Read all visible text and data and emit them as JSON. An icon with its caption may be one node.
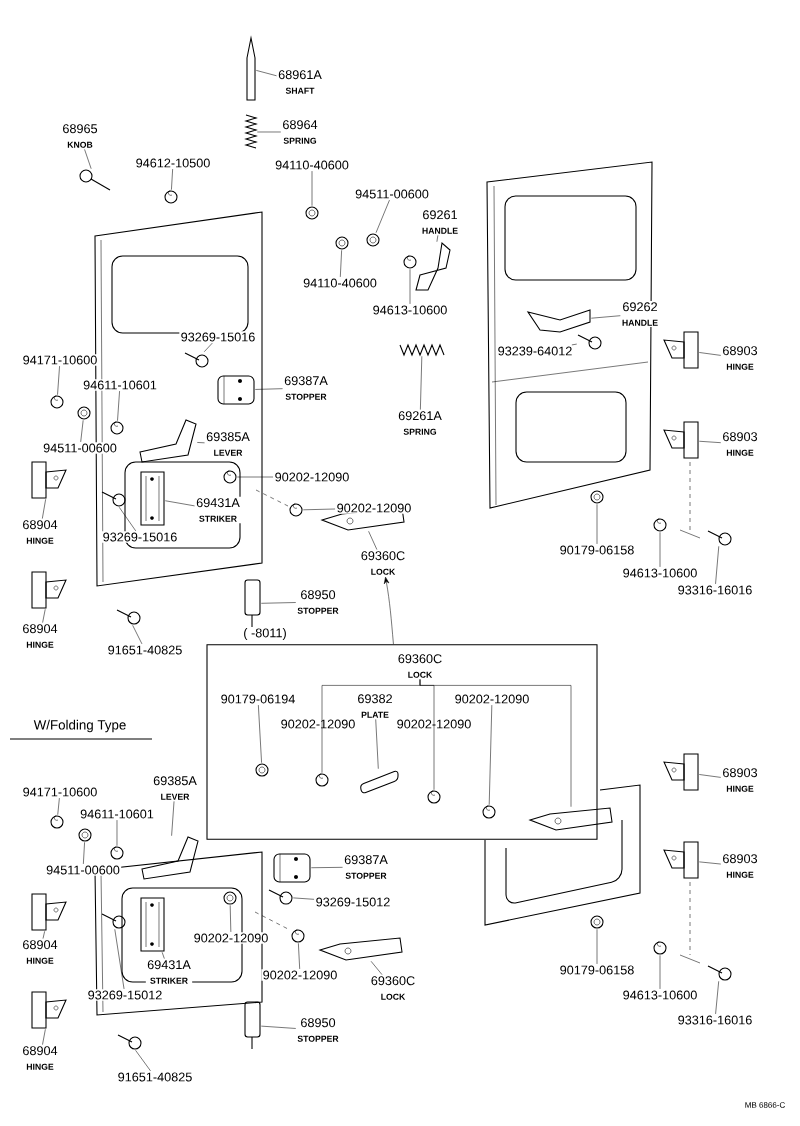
{
  "diagram": {
    "nodes": [
      {
        "text": [
          "68961A",
          "SHAFT"
        ]
      },
      {
        "text": [
          "68964",
          "SPRING"
        ]
      },
      {
        "text": [
          "68965",
          "KNOB"
        ]
      },
      {
        "text": [
          "94612-10500"
        ]
      },
      {
        "text": [
          "94110-40600"
        ]
      },
      {
        "text": [
          "94511-00600"
        ]
      },
      {
        "text": [
          "69261",
          "HANDLE"
        ]
      },
      {
        "text": [
          "94110-40600"
        ]
      },
      {
        "text": [
          "94613-10600"
        ]
      },
      {
        "text": [
          "93269-15016"
        ]
      },
      {
        "text": [
          "94171-10600"
        ]
      },
      {
        "text": [
          "94611-10601"
        ]
      },
      {
        "text": [
          "69387A",
          "STOPPER"
        ]
      },
      {
        "text": [
          "69261A",
          "SPRING"
        ]
      },
      {
        "text": [
          "94511-00600"
        ]
      },
      {
        "text": [
          "69385A",
          "LEVER"
        ]
      },
      {
        "text": [
          "90202-12090"
        ]
      },
      {
        "text": [
          "69431A",
          "STRIKER"
        ]
      },
      {
        "text": [
          "90202-12090"
        ]
      },
      {
        "text": [
          "93269-15016"
        ]
      },
      {
        "text": [
          "68904",
          "HINGE"
        ]
      },
      {
        "text": [
          "69360C",
          "LOCK"
        ]
      },
      {
        "text": [
          "68950",
          "STOPPER"
        ]
      },
      {
        "text": [
          "68904",
          "HINGE"
        ]
      },
      {
        "text": [
          "91651-40825"
        ]
      },
      {
        "text": [
          "69262",
          "HANDLE"
        ]
      },
      {
        "text": [
          "93239-64012"
        ]
      },
      {
        "text": [
          "68903",
          "HINGE"
        ]
      },
      {
        "text": [
          "68903",
          "HINGE"
        ]
      },
      {
        "text": [
          "90179-06158"
        ]
      },
      {
        "text": [
          "94613-10600"
        ]
      },
      {
        "text": [
          "93316-16016"
        ]
      },
      {
        "text": [],
        "shape": "box"
      },
      {
        "text": [
          "69360C",
          "LOCK"
        ],
        "in": 32
      },
      {
        "text": [
          "90179-06194"
        ],
        "in": 32
      },
      {
        "text": [
          "90202-12090"
        ],
        "in": 32
      },
      {
        "text": [
          "69382",
          "PLATE"
        ],
        "in": 32
      },
      {
        "text": [
          "90202-12090"
        ],
        "in": 32
      },
      {
        "text": [
          "90202-12090"
        ],
        "in": 32
      },
      {
        "text": [
          "94171-10600"
        ]
      },
      {
        "text": [
          "69385A",
          "LEVER"
        ]
      },
      {
        "text": [
          "94611-10601"
        ]
      },
      {
        "text": [
          "94511-00600"
        ]
      },
      {
        "text": [
          "69387A",
          "STOPPER"
        ]
      },
      {
        "text": [
          "68904",
          "HINGE"
        ]
      },
      {
        "text": [
          "93269-15012"
        ]
      },
      {
        "text": [
          "90202-12090"
        ]
      },
      {
        "text": [
          "69431A",
          "STRIKER"
        ]
      },
      {
        "text": [
          "90202-12090"
        ]
      },
      {
        "text": [
          "69360C",
          "LOCK"
        ]
      },
      {
        "text": [
          "93269-15012"
        ]
      },
      {
        "text": [
          "68950",
          "STOPPER"
        ]
      },
      {
        "text": [
          "68904",
          "HINGE"
        ]
      },
      {
        "text": [
          "91651-40825"
        ]
      },
      {
        "text": [
          "68903",
          "HINGE"
        ]
      },
      {
        "text": [
          "68903",
          "HINGE"
        ]
      },
      {
        "text": [
          "90179-06158"
        ]
      },
      {
        "text": [
          "94613-10600"
        ]
      },
      {
        "text": [
          "93316-16016"
        ]
      },
      {
        "text": [],
        "shape": "picture"
      },
      {
        "text": [],
        "shape": "picture"
      },
      {
        "text": [],
        "shape": "picture"
      },
      {
        "text": [],
        "shape": "picture"
      },
      {
        "text": [],
        "shape": "picture"
      },
      {
        "text": [],
        "shape": "picture"
      },
      {
        "text": [],
        "shape": "picture"
      },
      {
        "text": [],
        "shape": "picture"
      },
      {
        "text": [],
        "shape": "picture"
      },
      {
        "text": [],
        "shape": "picture"
      },
      {
        "text": [],
        "shape": "picture"
      },
      {
        "text": [],
        "shape": "picture"
      },
      {
        "text": [],
        "shape": "picture"
      },
      {
        "text": [],
        "shape": "picture"
      },
      {
        "text": [],
        "shape": "picture"
      },
      {
        "text": [],
        "shape": "picture"
      },
      {
        "text": [],
        "shape": "picture"
      },
      {
        "text": [],
        "shape": "picture"
      },
      {
        "text": [],
        "shape": "picture"
      },
      {
        "text": [],
        "shape": "picture"
      },
      {
        "text": [],
        "shape": "picture"
      },
      {
        "text": [],
        "shape": "picture"
      },
      {
        "text": [],
        "shape": "picture"
      },
      {
        "text": [],
        "shape": "picture"
      },
      {
        "text": [],
        "shape": "picture"
      },
      {
        "text": [],
        "shape": "picture"
      },
      {
        "text": [],
        "shape": "picture"
      },
      {
        "text": [],
        "shape": "picture"
      },
      {
        "text": [],
        "shape": "picture"
      },
      {
        "text": [],
        "shape": "picture"
      },
      {
        "text": [],
        "shape": "picture"
      },
      {
        "text": [],
        "shape": "picture"
      },
      {
        "text": [],
        "shape": "picture",
        "in": 32
      },
      {
        "text": [],
        "shape": "picture",
        "in": 32
      },
      {
        "text": [],
        "shape": "picture",
        "in": 32
      },
      {
        "text": [],
        "shape": "picture",
        "in": 32
      },
      {
        "text": [],
        "shape": "picture",
        "in": 32
      },
      {
        "text": [],
        "shape": "picture",
        "in": 32
      },
      {
        "text": [],
        "shape": "picture"
      },
      {
        "text": [],
        "shape": "picture"
      },
      {
        "text": [],
        "shape": "picture"
      },
      {
        "text": [],
        "shape": "picture"
      },
      {
        "text": [],
        "shape": "picture"
      },
      {
        "text": [],
        "shape": "picture"
      },
      {
        "text": [],
        "shape": "picture"
      },
      {
        "text": [],
        "shape": "picture"
      },
      {
        "text": [],
        "shape": "picture"
      },
      {
        "text": [],
        "shape": "picture"
      },
      {
        "text": [],
        "shape": "picture"
      },
      {
        "text": [],
        "shape": "picture"
      },
      {
        "text": [],
        "shape": "picture"
      },
      {
        "text": [],
        "shape": "picture"
      },
      {
        "text": [],
        "shape": "picture"
      },
      {
        "text": [],
        "shape": "picture"
      },
      {
        "text": [],
        "shape": "picture"
      },
      {
        "text": [],
        "shape": "picture"
      },
      {
        "text": [],
        "shape": "picture"
      },
      {
        "text": [],
        "shape": "picture"
      }
    ],
    "edges": [
      {
        "from": 0,
        "to": 59,
        "arrow": "none"
      },
      {
        "from": 1,
        "to": 60,
        "arrow": "none"
      },
      {
        "from": 2,
        "to": 61,
        "arrow": "none"
      },
      {
        "from": 3,
        "to": 62,
        "arrow": "none"
      },
      {
        "from": 4,
        "to": 63,
        "arrow": "none"
      },
      {
        "from": 5,
        "to": 64,
        "arrow": "none"
      },
      {
        "from": 6,
        "to": 65,
        "arrow": "none"
      },
      {
        "from": 7,
        "to": 66,
        "arrow": "none"
      },
      {
        "from": 8,
        "to": 67,
        "arrow": "none"
      },
      {
        "from": 9,
        "to": 68,
        "arrow": "none"
      },
      {
        "from": 10,
        "to": 69,
        "arrow": "none"
      },
      {
        "from": 11,
        "to": 70,
        "arrow": "none"
      },
      {
        "from": 12,
        "to": 71,
        "arrow": "none"
      },
      {
        "from": 13,
        "to": 72,
        "arrow": "none"
      },
      {
        "from": 14,
        "to": 73,
        "arrow": "none"
      },
      {
        "from": 15,
        "to": 74,
        "arrow": "none"
      },
      {
        "from": 16,
        "to": 75,
        "arrow": "none"
      },
      {
        "from": 17,
        "to": 76,
        "arrow": "none"
      },
      {
        "from": 18,
        "to": 77,
        "arrow": "none"
      },
      {
        "from": 19,
        "to": 78,
        "arrow": "none"
      },
      {
        "from": 20,
        "to": 79,
        "arrow": "none"
      },
      {
        "from": 21,
        "to": 80,
        "arrow": "none"
      },
      {
        "from": 22,
        "to": 81,
        "arrow": "none"
      },
      {
        "from": 23,
        "to": 82,
        "arrow": "none"
      },
      {
        "from": 24,
        "to": 83,
        "arrow": "none"
      },
      {
        "from": 25,
        "to": 84,
        "arrow": "none"
      },
      {
        "from": 26,
        "to": 85,
        "arrow": "none"
      },
      {
        "from": 27,
        "to": 86,
        "arrow": "none"
      },
      {
        "from": 28,
        "to": 87,
        "arrow": "none"
      },
      {
        "from": 29,
        "to": 88,
        "arrow": "none"
      },
      {
        "from": 30,
        "to": 89,
        "arrow": "none"
      },
      {
        "from": 31,
        "to": 90,
        "arrow": "none"
      },
      {
        "from": 32,
        "to": 21,
        "arrow": "to"
      },
      {
        "from": 34,
        "to": 91,
        "arrow": "none"
      },
      {
        "from": 36,
        "to": 93,
        "arrow": "none"
      },
      {
        "from": 38,
        "to": 95,
        "arrow": "none"
      },
      {
        "from": 33,
        "to": 92,
        "arrow": "none"
      },
      {
        "from": 33,
        "to": 94,
        "arrow": "none"
      },
      {
        "from": 33,
        "to": 96,
        "arrow": "none"
      },
      {
        "from": 39,
        "to": 97,
        "arrow": "none"
      },
      {
        "from": 40,
        "to": 98,
        "arrow": "none"
      },
      {
        "from": 41,
        "to": 99,
        "arrow": "none"
      },
      {
        "from": 42,
        "to": 100,
        "arrow": "none"
      },
      {
        "from": 43,
        "to": 101,
        "arrow": "none"
      },
      {
        "from": 44,
        "to": 102,
        "arrow": "none"
      },
      {
        "from": 45,
        "to": 103,
        "arrow": "none"
      },
      {
        "from": 46,
        "to": 104,
        "arrow": "none"
      },
      {
        "from": 47,
        "to": 105,
        "arrow": "none"
      },
      {
        "from": 48,
        "to": 106,
        "arrow": "none"
      },
      {
        "from": 49,
        "to": 107,
        "arrow": "none"
      },
      {
        "from": 50,
        "to": 108,
        "arrow": "none"
      },
      {
        "from": 51,
        "to": 109,
        "arrow": "none"
      },
      {
        "from": 52,
        "to": 110,
        "arrow": "none"
      },
      {
        "from": 53,
        "to": 111,
        "arrow": "none"
      },
      {
        "from": 54,
        "to": 112,
        "arrow": "none"
      },
      {
        "from": 55,
        "to": 113,
        "arrow": "none"
      },
      {
        "from": 56,
        "to": 114,
        "arrow": "none"
      },
      {
        "from": 57,
        "to": 115,
        "arrow": "none"
      },
      {
        "from": 58,
        "to": 116,
        "arrow": "none"
      }
    ],
    "labels": [
      "( -8011)",
      "W/Folding Type",
      "MB 6866-C"
    ]
  }
}
